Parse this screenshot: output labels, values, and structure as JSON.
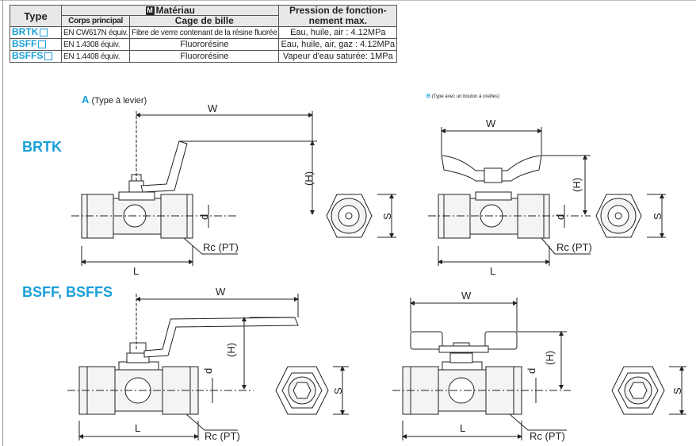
{
  "table": {
    "col_type": "Type",
    "material_badge": "M",
    "col_material": "Matériau",
    "col_body": "Corps principal",
    "col_ball": "Cage de bille",
    "col_pressure_line1": "Pression de fonction-",
    "col_pressure_line2": "nement max.",
    "rows": [
      {
        "type": "BRTK",
        "body": "EN CW617N équiv.",
        "ball": "Fibre de verre contenant de la résine fluorée",
        "pressure": "Eau, huile, air : 4.12MPa"
      },
      {
        "type": "BSFF",
        "body": "EN 1.4308 équiv.",
        "ball": "Fluororésine",
        "pressure": "Eau, huile, air, gaz : 4.12MPa"
      },
      {
        "type": "BSFFS",
        "body": "EN 1.4408 équiv.",
        "ball": "Fluororésine",
        "pressure": "Vapeur d'eau saturée: 1MPa"
      }
    ]
  },
  "labels": {
    "type_a_letter": "A",
    "type_a_text": "(Type à levier)",
    "type_b_letter": "B",
    "type_b_text": "(Type avec un bouton à oreilles)",
    "section1": "BRTK",
    "section2": "BSFF, BSFFS"
  },
  "dims": {
    "W": "W",
    "H": "(H)",
    "d": "d",
    "L": "L",
    "S": "S",
    "Rc": "Rc (PT)"
  },
  "colors": {
    "accent": "#1aa0d8",
    "line": "#222222",
    "fill": "#f2f2f2"
  }
}
